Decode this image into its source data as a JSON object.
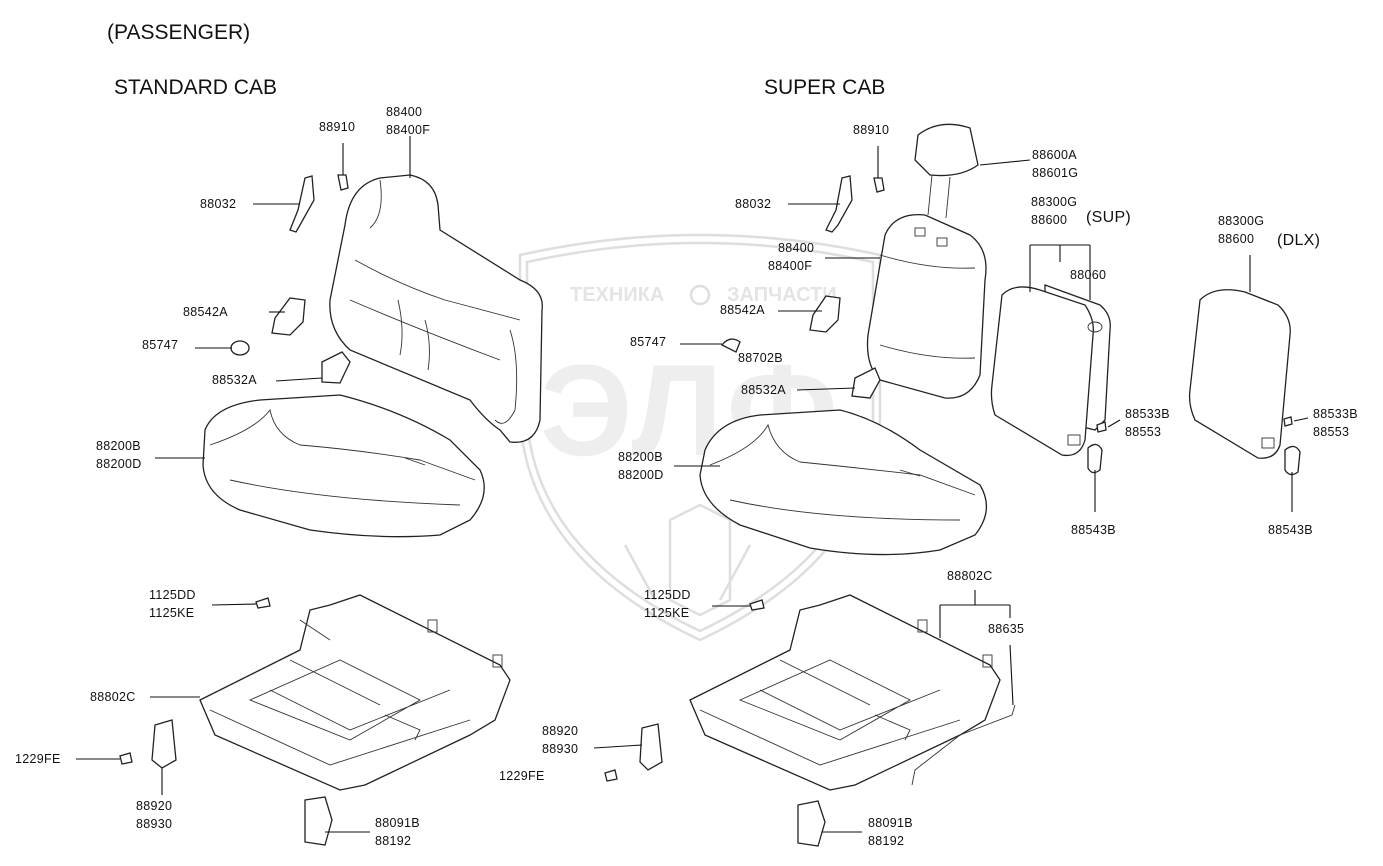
{
  "header": {
    "view": "(PASSENGER)"
  },
  "sections": {
    "standard": {
      "title": "STANDARD CAB"
    },
    "super": {
      "title": "SUPER CAB"
    }
  },
  "watermark": {
    "left_text": "ТЕХНИКА",
    "right_text": "ЗАПЧАСТИ",
    "logo": "ЭЛФ",
    "gear": "gear-icon"
  },
  "labels": {
    "std_88910": "88910",
    "std_88400": "88400",
    "std_88400f": "88400F",
    "std_88032": "88032",
    "std_88542a": "88542A",
    "std_85747": "85747",
    "std_88532a": "88532A",
    "std_88200b": "88200B",
    "std_88200d": "88200D",
    "std_1125dd": "1125DD",
    "std_1125ke": "1125KE",
    "std_88802c": "88802C",
    "std_1229fe": "1229FE",
    "std_88920": "88920",
    "std_88930": "88930",
    "std_88091b": "88091B",
    "std_88192": "88192",
    "sup_88910": "88910",
    "sup_88032": "88032",
    "sup_88600a": "88600A",
    "sup_88601g": "88601G",
    "sup_88300g": "88300G",
    "sup_88600": "88600",
    "sup_tag": "(SUP)",
    "sup_88060": "88060",
    "sup_88400": "88400",
    "sup_88400f": "88400F",
    "sup_88542a": "88542A",
    "sup_85747": "85747",
    "sup_88702b": "88702B",
    "sup_88532a": "88532A",
    "sup_88533b": "88533B",
    "sup_88553": "88553",
    "sup_88543b": "88543B",
    "sup_88200b": "88200B",
    "sup_88200d": "88200D",
    "sup_1125dd": "1125DD",
    "sup_1125ke": "1125KE",
    "sup_88802c": "88802C",
    "sup_88635": "88635",
    "sup_88920": "88920",
    "sup_88930": "88930",
    "sup_1229fe": "1229FE",
    "sup_88091b": "88091B",
    "sup_88192": "88192",
    "dlx_88300g": "88300G",
    "dlx_88600": "88600",
    "dlx_tag": "(DLX)",
    "dlx_88533b": "88533B",
    "dlx_88553": "88553",
    "dlx_88543b": "88543B"
  }
}
